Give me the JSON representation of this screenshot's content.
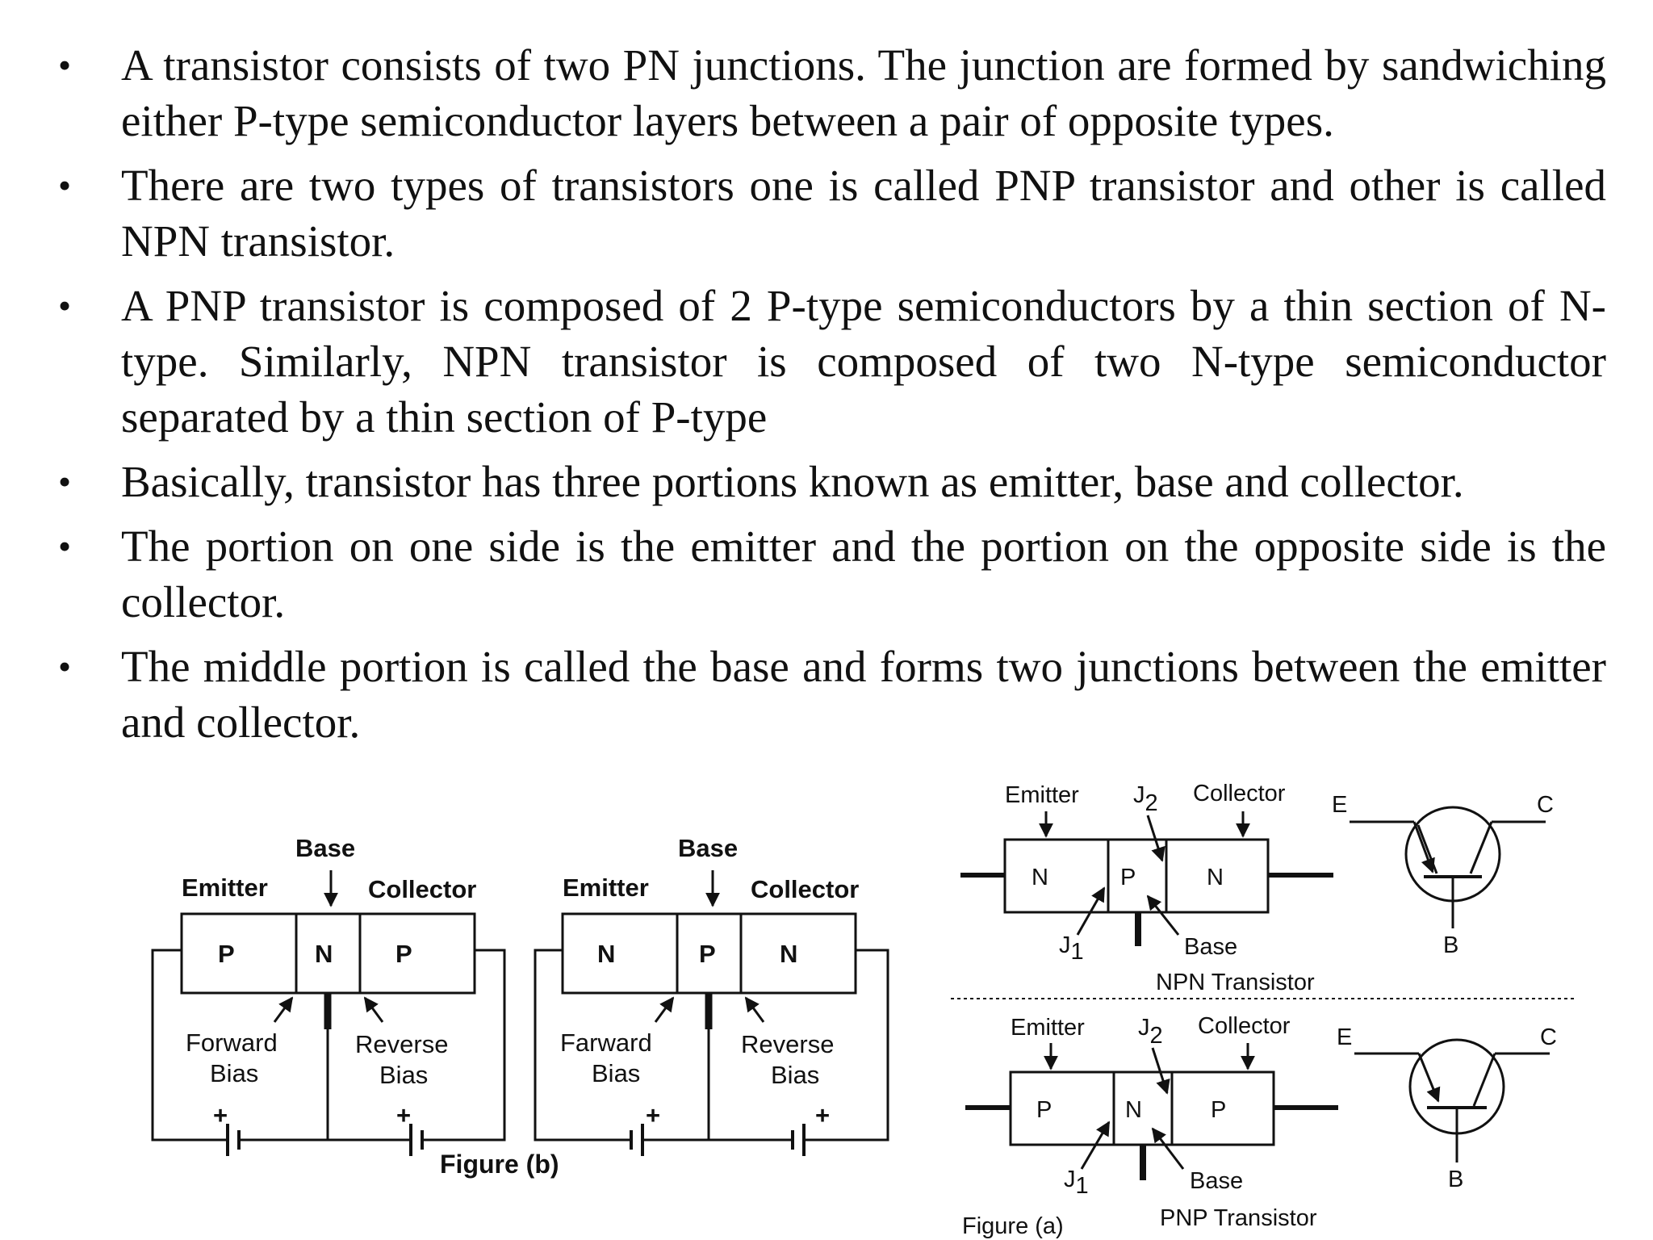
{
  "bullets": [
    "A transistor consists of two PN junctions. The junction are formed by sandwiching either P-type semiconductor layers between a pair of opposite types.",
    "There are two types of transistors one is called PNP transistor and other is called NPN transistor.",
    "A PNP transistor is composed of 2 P-type semiconductors by a thin section of N-type. Similarly, NPN transistor is composed of two N-type semiconductor separated by a thin section of P-type",
    "Basically, transistor has three portions known as emitter, base and collector.",
    "The portion on one side is the emitter and the portion on the opposite side is the collector.",
    "The middle portion is called the base and forms two junctions between the emitter and collector."
  ],
  "bullet_symbol": "•",
  "figure_b": {
    "caption": "Figure (b)",
    "pnp": {
      "base": "Base",
      "emitter": "Emitter",
      "collector": "Collector",
      "layers": [
        "P",
        "N",
        "P"
      ],
      "fb1": "Forward",
      "fb2": "Bias",
      "rb1": "Reverse",
      "rb2": "Bias",
      "plus": "+"
    },
    "npn": {
      "base": "Base",
      "emitter": "Emitter",
      "collector": "Collector",
      "layers": [
        "N",
        "P",
        "N"
      ],
      "fb1": "Farward",
      "fb2": "Bias",
      "rb1": "Reverse",
      "rb2": "Bias",
      "plus": "+"
    }
  },
  "figure_a": {
    "caption": "Figure (a)",
    "npn": {
      "emitter": "Emitter",
      "j2": "J",
      "j2_sub": "2",
      "collector": "Collector",
      "layers": [
        "N",
        "P",
        "N"
      ],
      "j1": "J",
      "j1_sub": "1",
      "base": "Base",
      "title": "NPN Transistor",
      "e": "E",
      "c": "C",
      "b": "B"
    },
    "pnp": {
      "emitter": "Emitter",
      "j2": "J",
      "j2_sub": "2",
      "collector": "Collector",
      "layers": [
        "P",
        "N",
        "P"
      ],
      "j1": "J",
      "j1_sub": "1",
      "base": "Base",
      "title": "PNP Transistor",
      "e": "E",
      "c": "C",
      "b": "B"
    }
  }
}
